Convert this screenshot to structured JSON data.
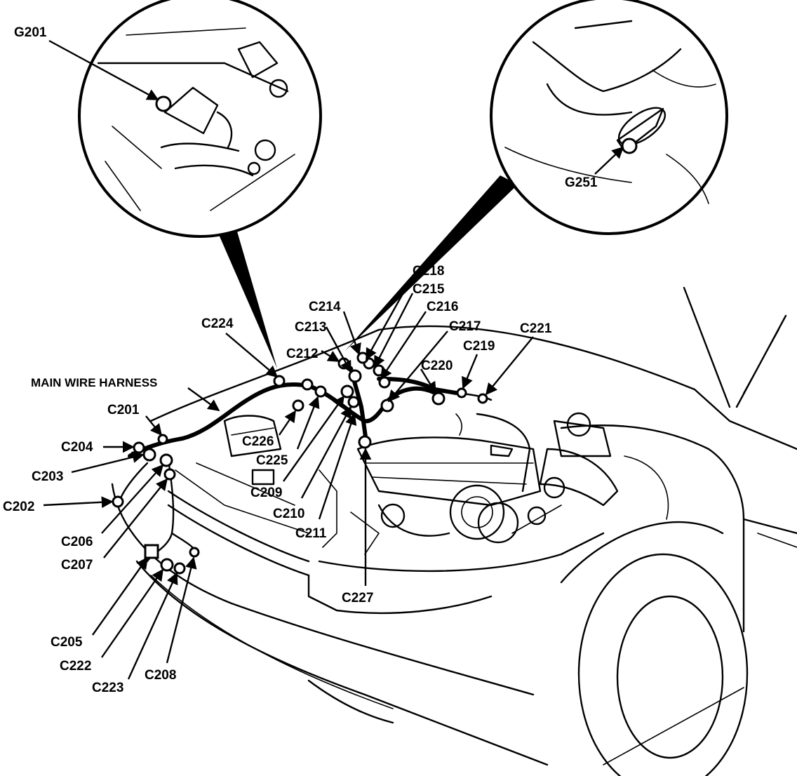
{
  "diagram": {
    "harness_label": "MAIN WIRE HARNESS",
    "insets": {
      "left_ground": "G201",
      "right_ground": "G251"
    },
    "connectors": {
      "c201": "C201",
      "c202": "C202",
      "c203": "C203",
      "c204": "C204",
      "c205": "C205",
      "c206": "C206",
      "c207": "C207",
      "c208": "C208",
      "c209": "C209",
      "c210": "C210",
      "c211": "C211",
      "c212": "C212",
      "c213": "C213",
      "c214": "C214",
      "c215": "C215",
      "c216": "C216",
      "c217": "C217",
      "c218": "C218",
      "c219": "C219",
      "c220": "C220",
      "c221": "C221",
      "c222": "C222",
      "c223": "C223",
      "c224": "C224",
      "c225": "C225",
      "c226": "C226",
      "c227": "C227"
    }
  }
}
